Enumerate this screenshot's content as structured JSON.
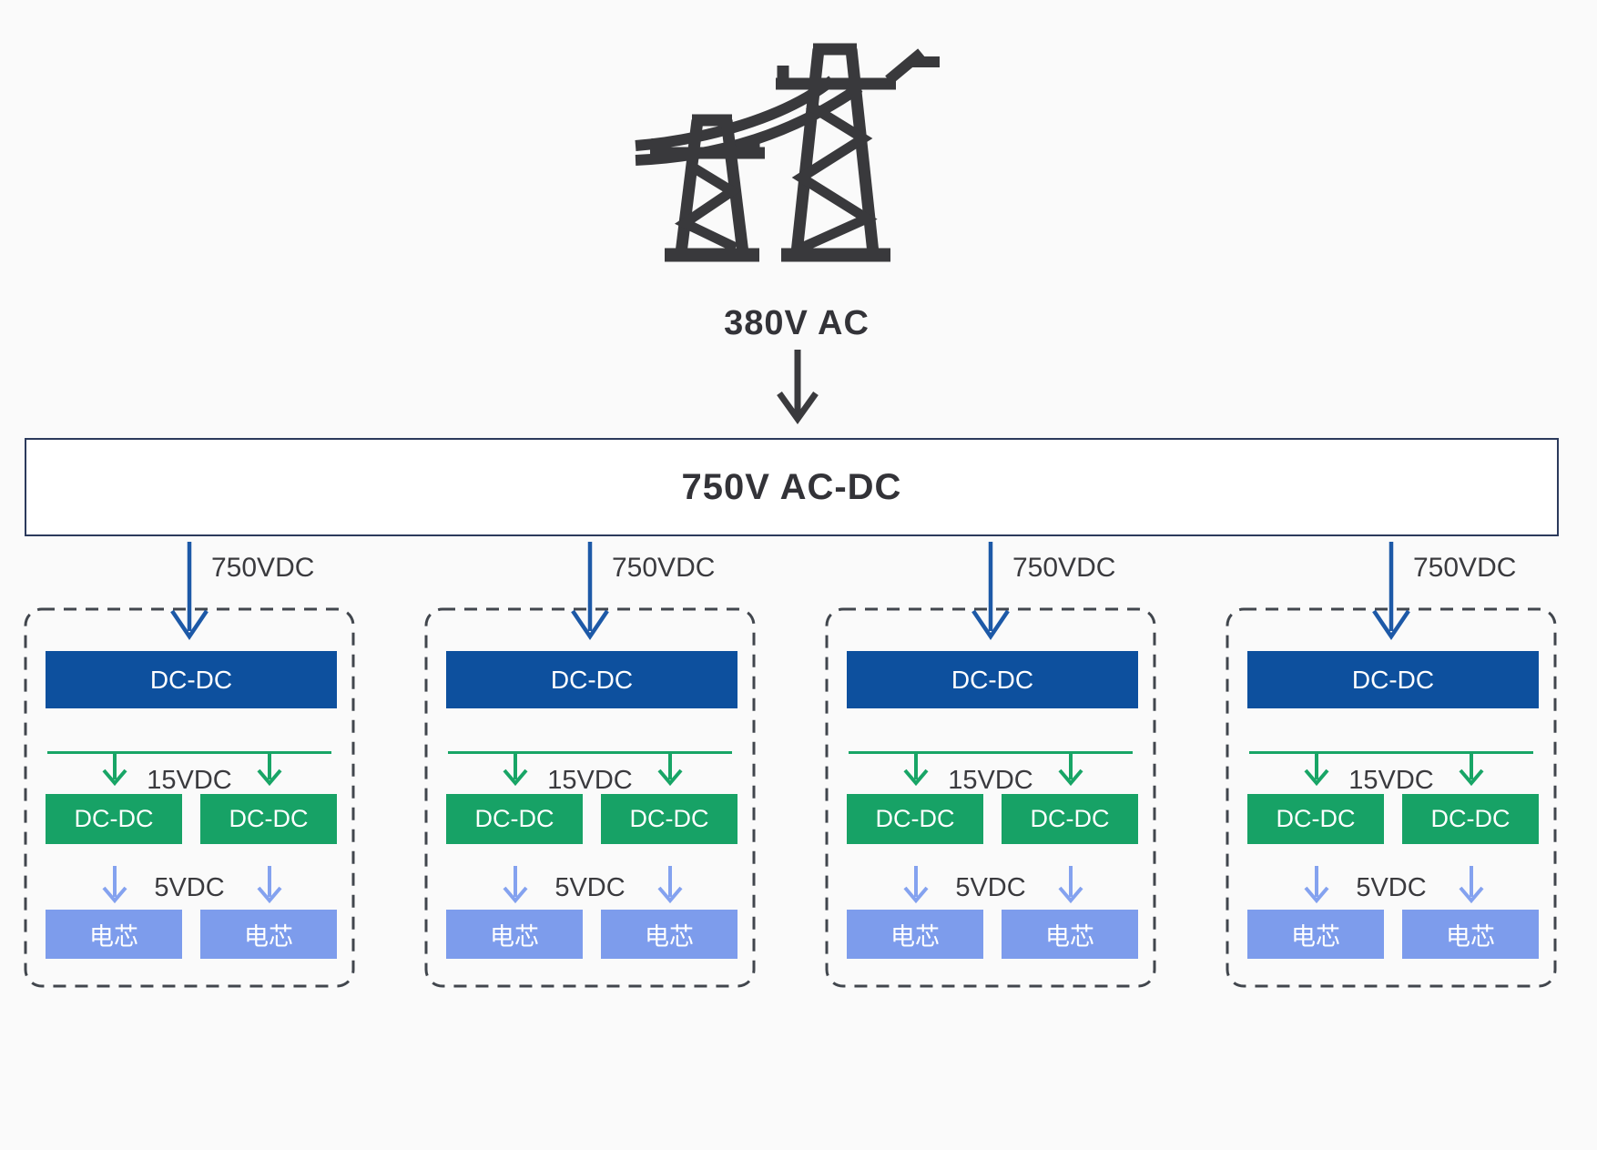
{
  "source": {
    "icon": "transmission-tower-icon",
    "label": "380V AC"
  },
  "main_converter": {
    "label": "750V AC-DC"
  },
  "branches": [
    {
      "feed_label": "750VDC",
      "primary_dcdc": "DC-DC",
      "mid_voltage": "15VDC",
      "sub_dcdc_left": "DC-DC",
      "sub_dcdc_right": "DC-DC",
      "low_voltage": "5VDC",
      "cell_left": "电芯",
      "cell_right": "电芯"
    },
    {
      "feed_label": "750VDC",
      "primary_dcdc": "DC-DC",
      "mid_voltage": "15VDC",
      "sub_dcdc_left": "DC-DC",
      "sub_dcdc_right": "DC-DC",
      "low_voltage": "5VDC",
      "cell_left": "电芯",
      "cell_right": "电芯"
    },
    {
      "feed_label": "750VDC",
      "primary_dcdc": "DC-DC",
      "mid_voltage": "15VDC",
      "sub_dcdc_left": "DC-DC",
      "sub_dcdc_right": "DC-DC",
      "low_voltage": "5VDC",
      "cell_left": "电芯",
      "cell_right": "电芯"
    },
    {
      "feed_label": "750VDC",
      "primary_dcdc": "DC-DC",
      "mid_voltage": "15VDC",
      "sub_dcdc_left": "DC-DC",
      "sub_dcdc_right": "DC-DC",
      "low_voltage": "5VDC",
      "cell_left": "电芯",
      "cell_right": "电芯"
    }
  ],
  "colors": {
    "background": "#fafafa",
    "icon_dark": "#39393c",
    "main_box_border": "#2c3a5c",
    "primary_dcdc_blue": "#0d509e",
    "feed_arrow_blue": "#1d59a7",
    "green": "#17a266",
    "cell_blue": "#7d9cec",
    "label_gray": "#3a3a3e",
    "dashed_border": "#41464d"
  }
}
